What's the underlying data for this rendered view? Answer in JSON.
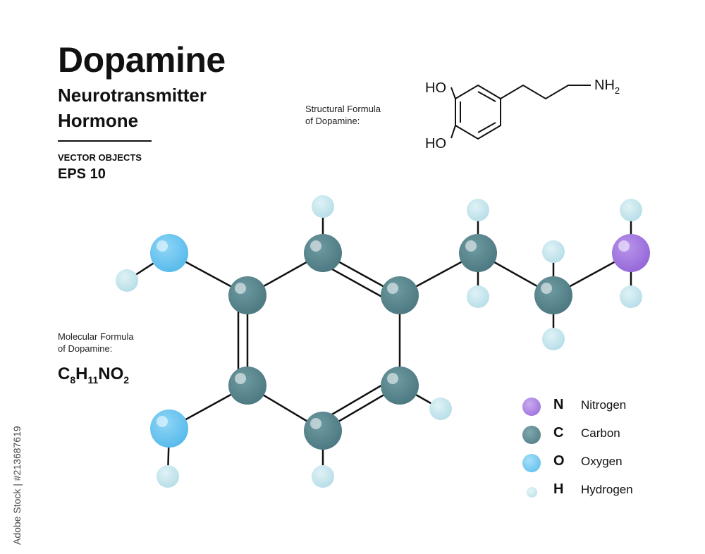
{
  "header": {
    "title": "Dopamine",
    "subtitle_1": "Neurotransmitter",
    "subtitle_2": "Hormone",
    "vector_label": "VECTOR OBJECTS",
    "eps_label": "EPS 10"
  },
  "structural": {
    "caption_line1": "Structural  Formula",
    "caption_line2": "of Dopamine:",
    "label_ho_top": "HO",
    "label_ho_bottom": "HO",
    "label_nh": "NH",
    "label_nh_sub": "2"
  },
  "molecular": {
    "caption_line1": "Molecular Formula",
    "caption_line2": "of Dopamine:",
    "formula_c": "C",
    "formula_c_sub": "8",
    "formula_h": "H",
    "formula_h_sub": "11",
    "formula_no": "NO",
    "formula_o_sub": "2"
  },
  "legend": [
    {
      "symbol": "N",
      "name": "Nitrogen",
      "color": "#a678e0"
    },
    {
      "symbol": "C",
      "name": "Carbon",
      "color": "#56848b"
    },
    {
      "symbol": "O",
      "name": "Oxygen",
      "color": "#6cc6f2"
    },
    {
      "symbol": "H",
      "name": "Hydrogen",
      "color": "#c6e6ee"
    }
  ],
  "colors": {
    "nitrogen": "#a678e0",
    "carbon": "#56848b",
    "oxygen": "#6cc6f2",
    "hydrogen": "#c6e6ee",
    "bond": "#111111"
  },
  "watermark": "Adobe Stock | #213687619"
}
